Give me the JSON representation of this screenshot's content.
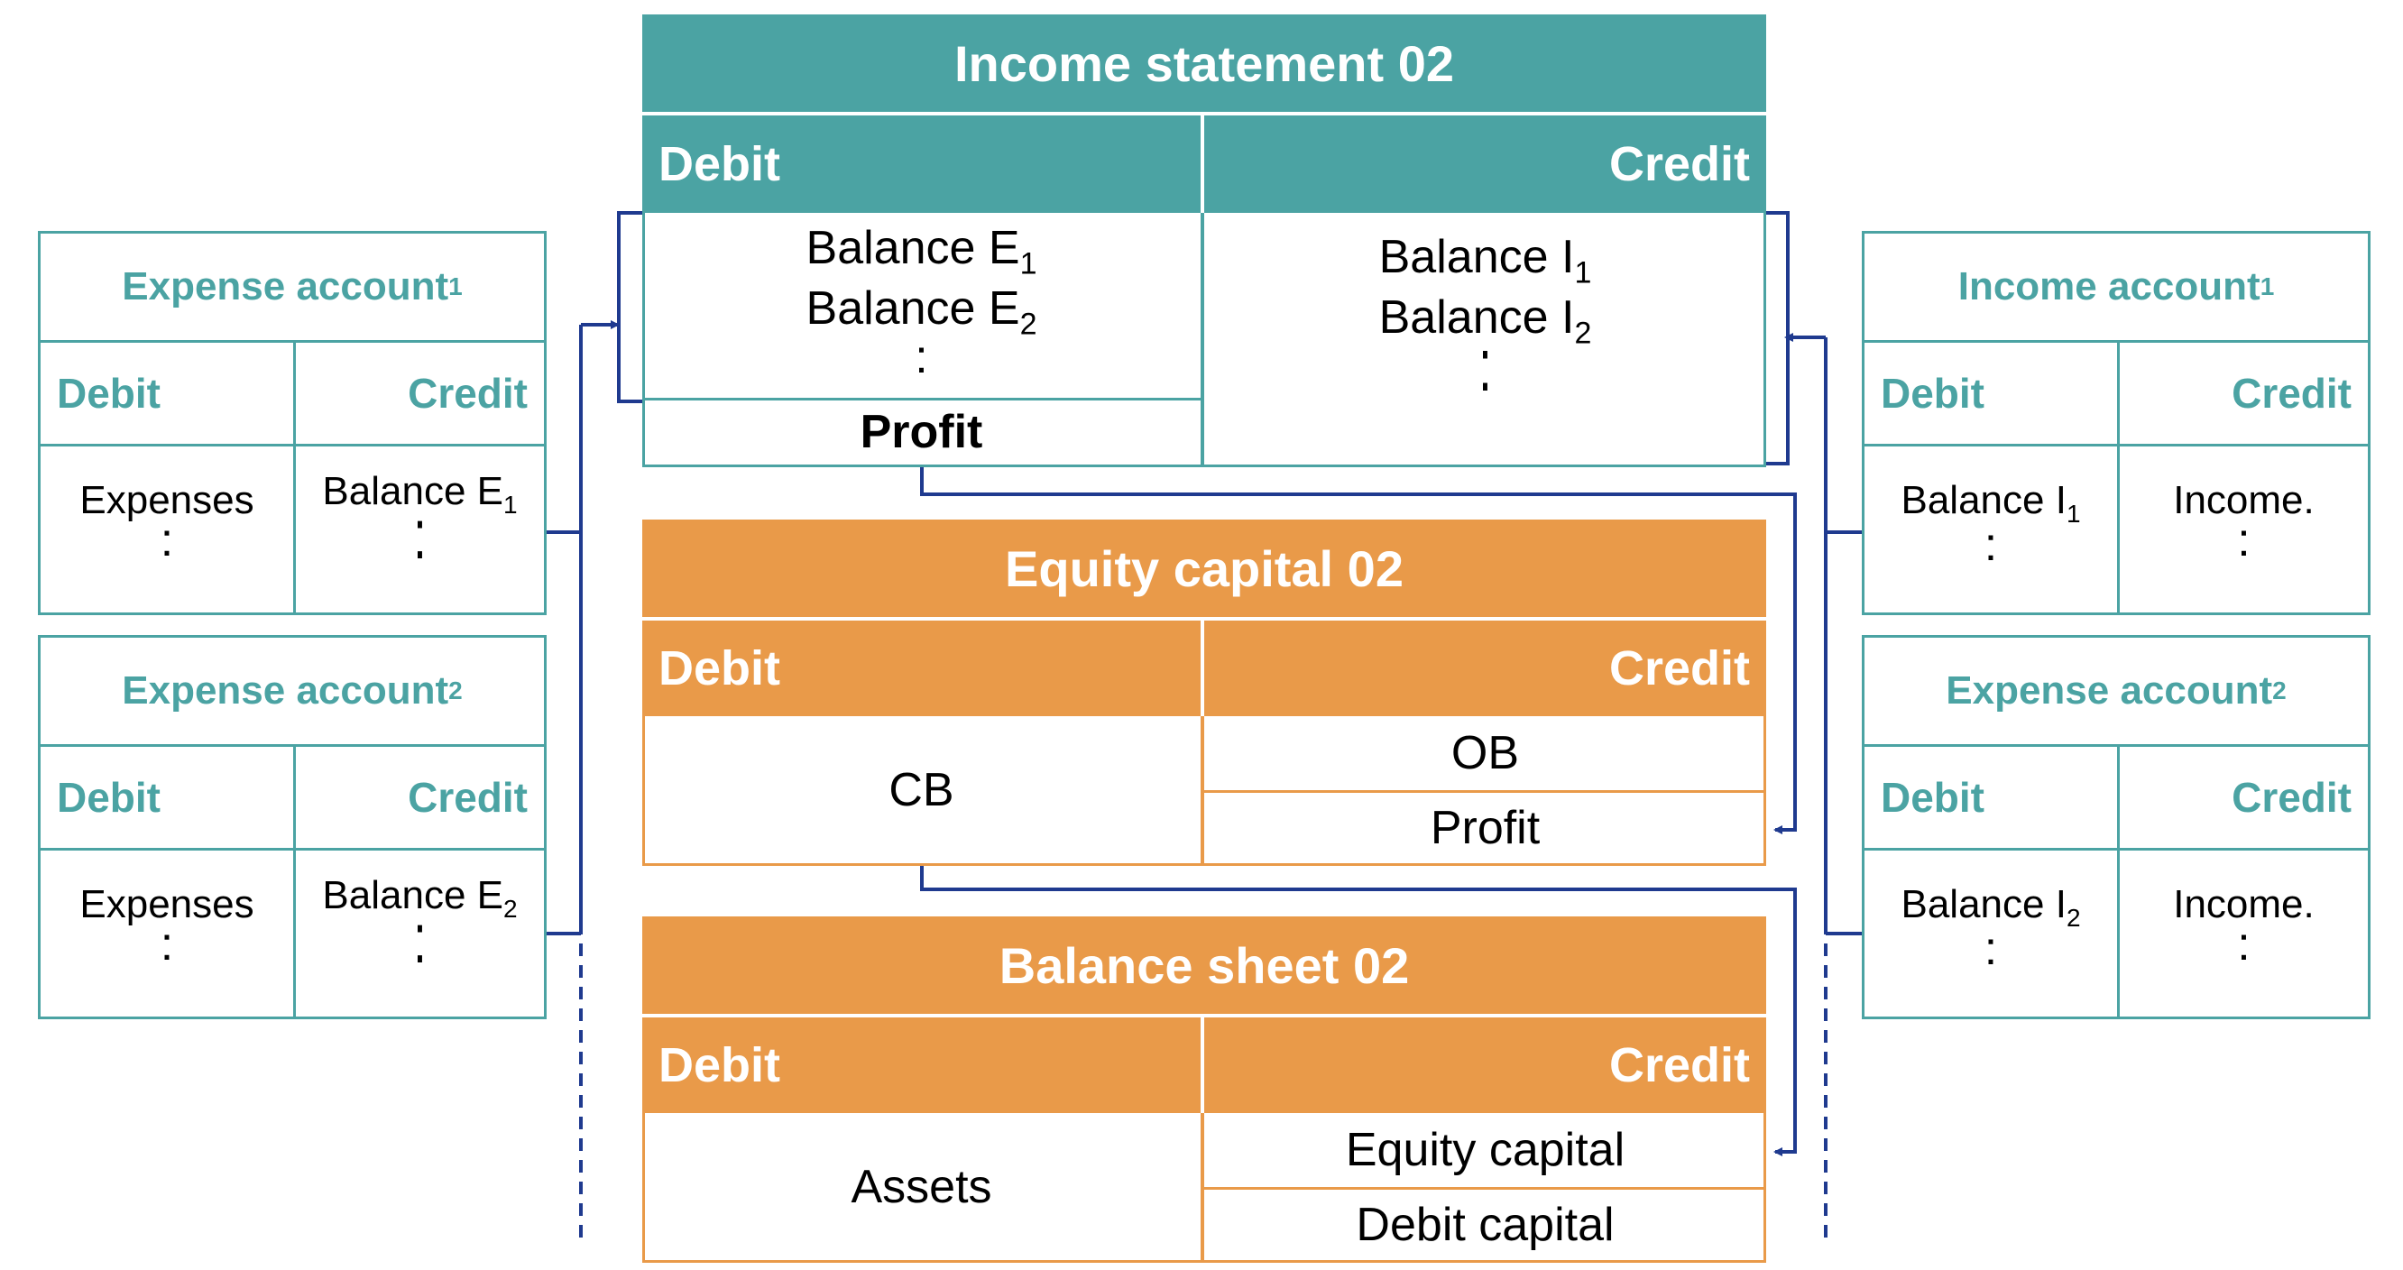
{
  "income_statement": {
    "title": "Income statement 02",
    "debit_label": "Debit",
    "credit_label": "Credit",
    "debit_lines": [
      "Balance E",
      "1",
      "Balance E",
      "2",
      ":"
    ],
    "profit_label": "Profit",
    "credit_lines": [
      "Balance I",
      "1",
      "Balance I",
      "2",
      ":"
    ]
  },
  "equity_capital": {
    "title": "Equity capital 02",
    "debit_label": "Debit",
    "credit_label": "Credit",
    "debit_value": "CB",
    "credit_top": "OB",
    "credit_bottom": "Profit"
  },
  "balance_sheet": {
    "title": "Balance sheet 02",
    "debit_label": "Debit",
    "credit_label": "Credit",
    "debit_value": "Assets",
    "credit_top": "Equity capital",
    "credit_bottom": "Debit capital"
  },
  "expense_account_1": {
    "title": "Expense account",
    "title_sub": "1",
    "debit_label": "Debit",
    "credit_label": "Credit",
    "debit_value": "Expenses",
    "credit_value": "Balance E",
    "credit_sub": "1",
    "dots": ":"
  },
  "expense_account_2_left": {
    "title": "Expense account",
    "title_sub": "2",
    "debit_label": "Debit",
    "credit_label": "Credit",
    "debit_value": "Expenses",
    "credit_value": "Balance E",
    "credit_sub": "2",
    "dots": ":"
  },
  "income_account_1": {
    "title": "Income account",
    "title_sub": "1",
    "debit_label": "Debit",
    "credit_label": "Credit",
    "debit_value": "Balance I",
    "debit_sub": "1",
    "credit_value": "Income.",
    "dots": ":"
  },
  "expense_account_2_right": {
    "title": "Expense account",
    "title_sub": "2",
    "debit_label": "Debit",
    "credit_label": "Credit",
    "debit_value": "Balance I",
    "debit_sub": "2",
    "credit_value": "Income.",
    "dots": ":"
  },
  "colors": {
    "teal": "#4BA3A3",
    "orange": "#E99A49",
    "arrow": "#1F3A8F"
  }
}
